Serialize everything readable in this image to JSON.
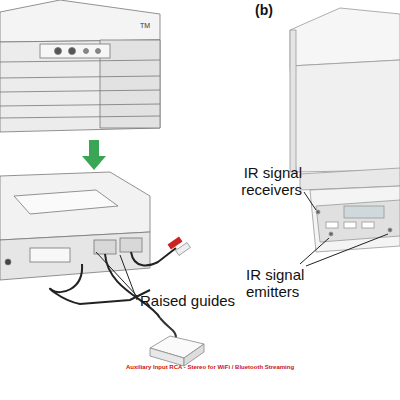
{
  "diagram": {
    "labels": [
      "TM",
      "(b)",
      "Raised guides",
      "IR signal receivers",
      "IR signal emitters",
      "Auxiliary Input RCA - Stereo for WiFi / Bluetooth Streaming"
    ]
  }
}
